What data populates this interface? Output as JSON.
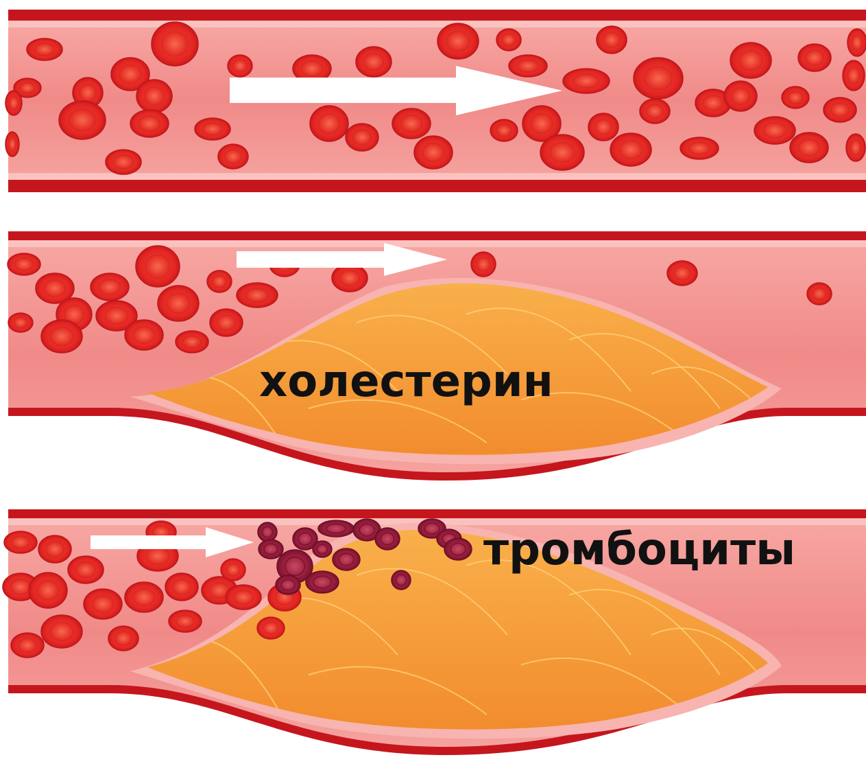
{
  "labels": {
    "cholesterol": "холестерин",
    "platelets": "тромбоциты"
  },
  "panels": [
    {
      "id": "healthy-artery",
      "plaque": false,
      "clot": false
    },
    {
      "id": "plaque-artery",
      "plaque": true,
      "clot": false
    },
    {
      "id": "clot-artery",
      "plaque": true,
      "clot": true
    }
  ],
  "colors": {
    "vessel_wall": "#c5161d",
    "vessel_lumen": "#f08a88",
    "vessel_inner": "#f7b4b0",
    "red_cell": "#e42522",
    "red_cell_center": "#f45a45",
    "plaque": "#f6a03c",
    "plaque_lines": "#ffd27a",
    "platelet": "#9e1b3a",
    "platelet_center": "#c83a57",
    "arrow": "#ffffff",
    "label": "#111111"
  }
}
